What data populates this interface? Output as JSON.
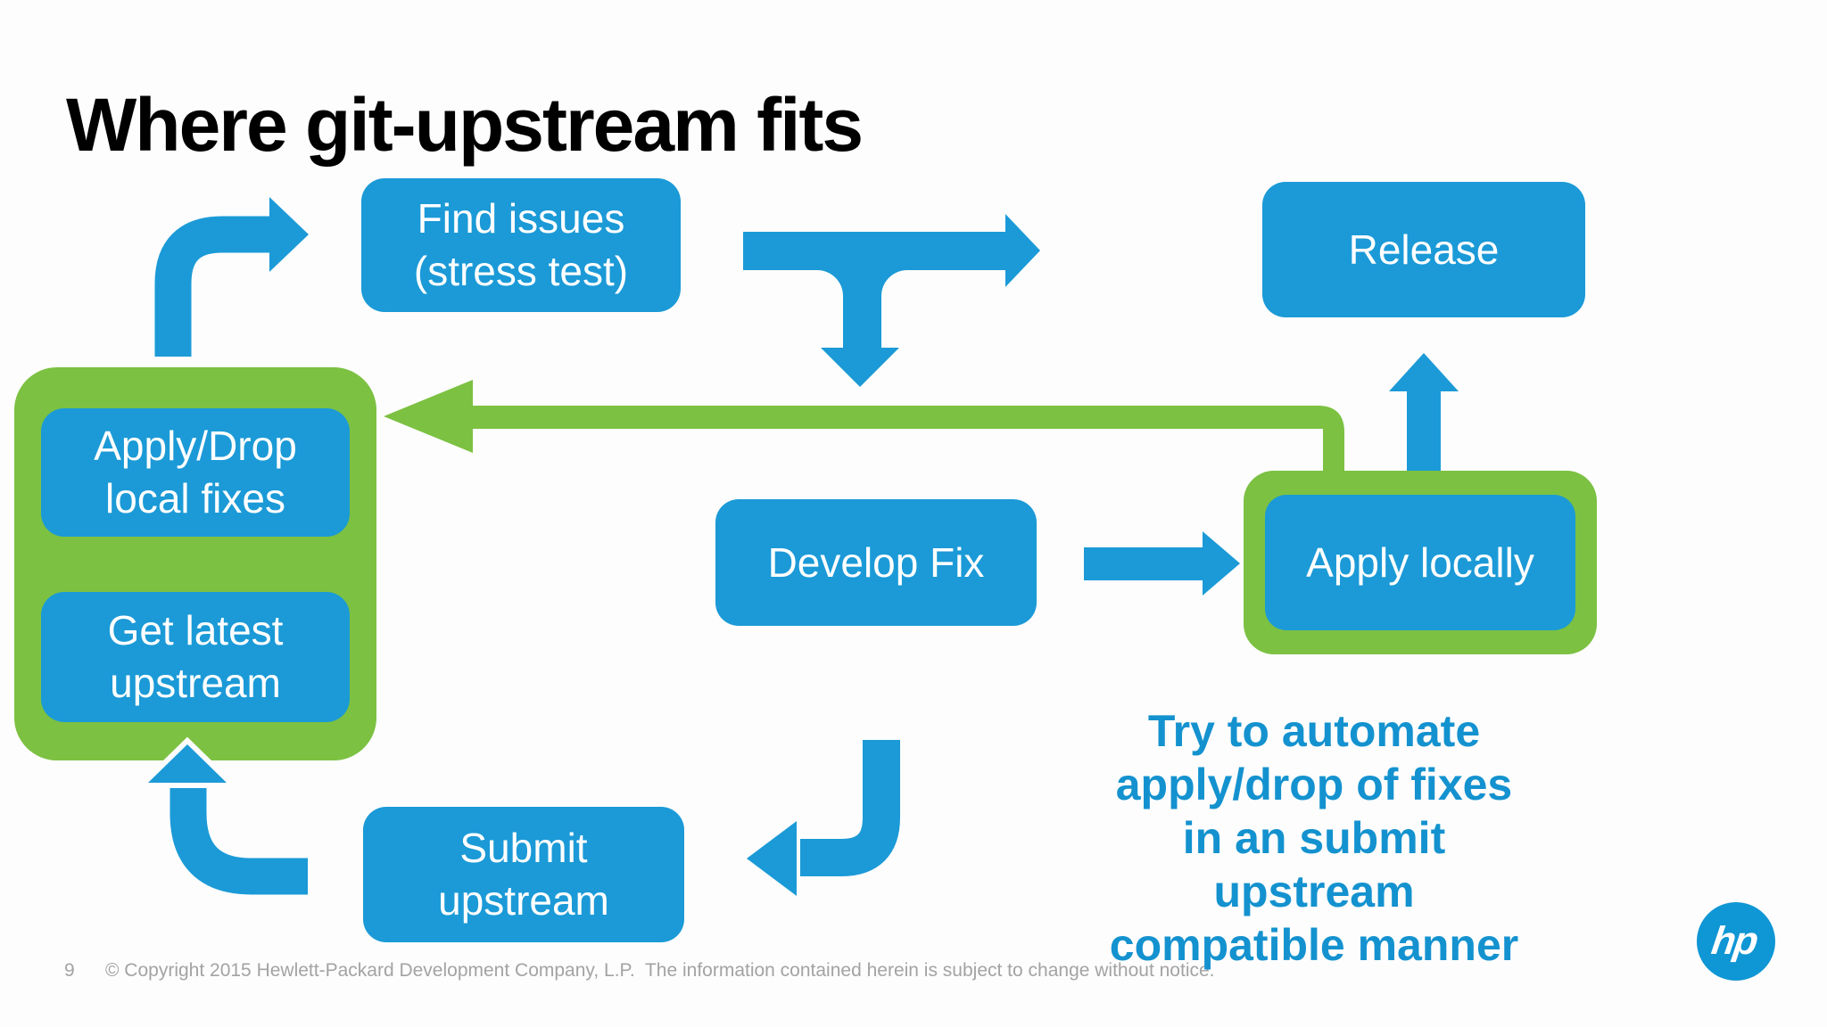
{
  "slide": {
    "title": "Where git-upstream fits",
    "page_number": "9",
    "copyright": "© Copyright 2015 Hewlett-Packard Development Company, L.P.  The information contained herein is subject to change without notice.",
    "annotation": "Try to automate\napply/drop of fixes\nin an submit\nupstream\ncompatible manner",
    "logo_text": "hp"
  },
  "colors": {
    "node_blue": "#1b9ad7",
    "arrow_blue": "#1b9ad7",
    "loop_green": "#7cc142",
    "annotation_blue": "#1492cf",
    "title_black": "#000000",
    "footer_gray": "#a3a3a3",
    "logo_blue": "#0f96d4"
  },
  "diagram": {
    "nodes": {
      "find_issues": "Find issues\n(stress test)",
      "release": "Release",
      "apply_drop": "Apply/Drop\nlocal fixes",
      "get_latest": "Get latest\nupstream",
      "develop_fix": "Develop Fix",
      "apply_locally": "Apply locally",
      "submit_upstream": "Submit\nupstream"
    },
    "arrows": [
      {
        "name": "arrow-loop-to-find-issues",
        "from": "local loop",
        "to": "Find issues (stress test)",
        "color": "blue"
      },
      {
        "name": "arrow-find-issues-branch",
        "from": "Find issues (stress test)",
        "to": "Release / Develop Fix",
        "color": "blue"
      },
      {
        "name": "arrow-feedback-green",
        "from": "Apply locally",
        "to": "Apply/Drop local fixes loop",
        "color": "green"
      },
      {
        "name": "arrow-develop-to-apply",
        "from": "Develop Fix",
        "to": "Apply locally",
        "color": "blue"
      },
      {
        "name": "arrow-apply-to-release",
        "from": "Apply locally",
        "to": "Release",
        "color": "blue"
      },
      {
        "name": "arrow-develop-to-submit",
        "from": "Develop Fix",
        "to": "Submit upstream",
        "color": "blue"
      },
      {
        "name": "arrow-submit-to-loop",
        "from": "Submit upstream",
        "to": "Get latest upstream loop",
        "color": "blue"
      }
    ]
  }
}
